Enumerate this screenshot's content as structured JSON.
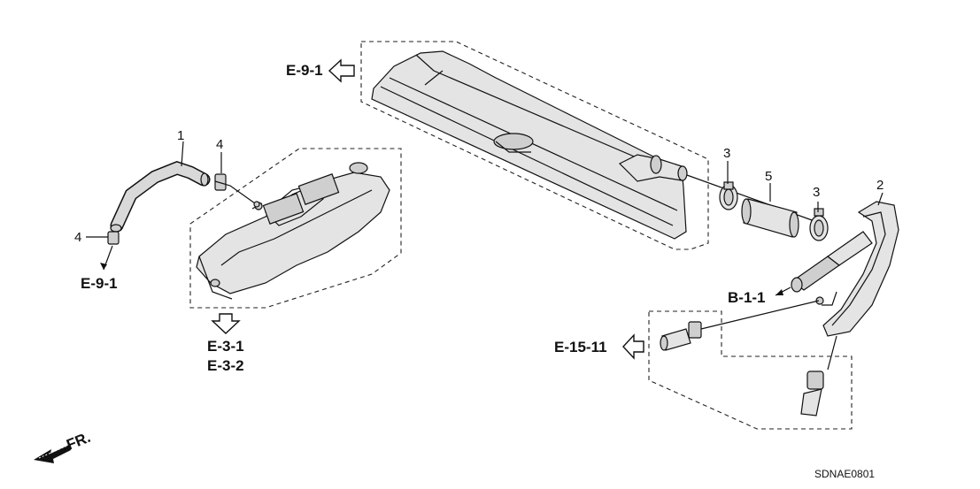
{
  "diagram": {
    "diagram_code": "SDNAE0801",
    "front_label": "FR.",
    "refs": {
      "e91_top": "E-9-1",
      "e91_left": "E-9-1",
      "e31": "E-3-1",
      "e32": "E-3-2",
      "b11": "B-1-1",
      "e1511": "E-15-11"
    },
    "callouts": {
      "c1": "1",
      "c2": "2",
      "c3a": "3",
      "c3b": "3",
      "c4a": "4",
      "c4b": "4",
      "c5": "5"
    },
    "colors": {
      "line": "#111111",
      "part_fill": "#e4e4e4",
      "background": "#ffffff"
    }
  }
}
